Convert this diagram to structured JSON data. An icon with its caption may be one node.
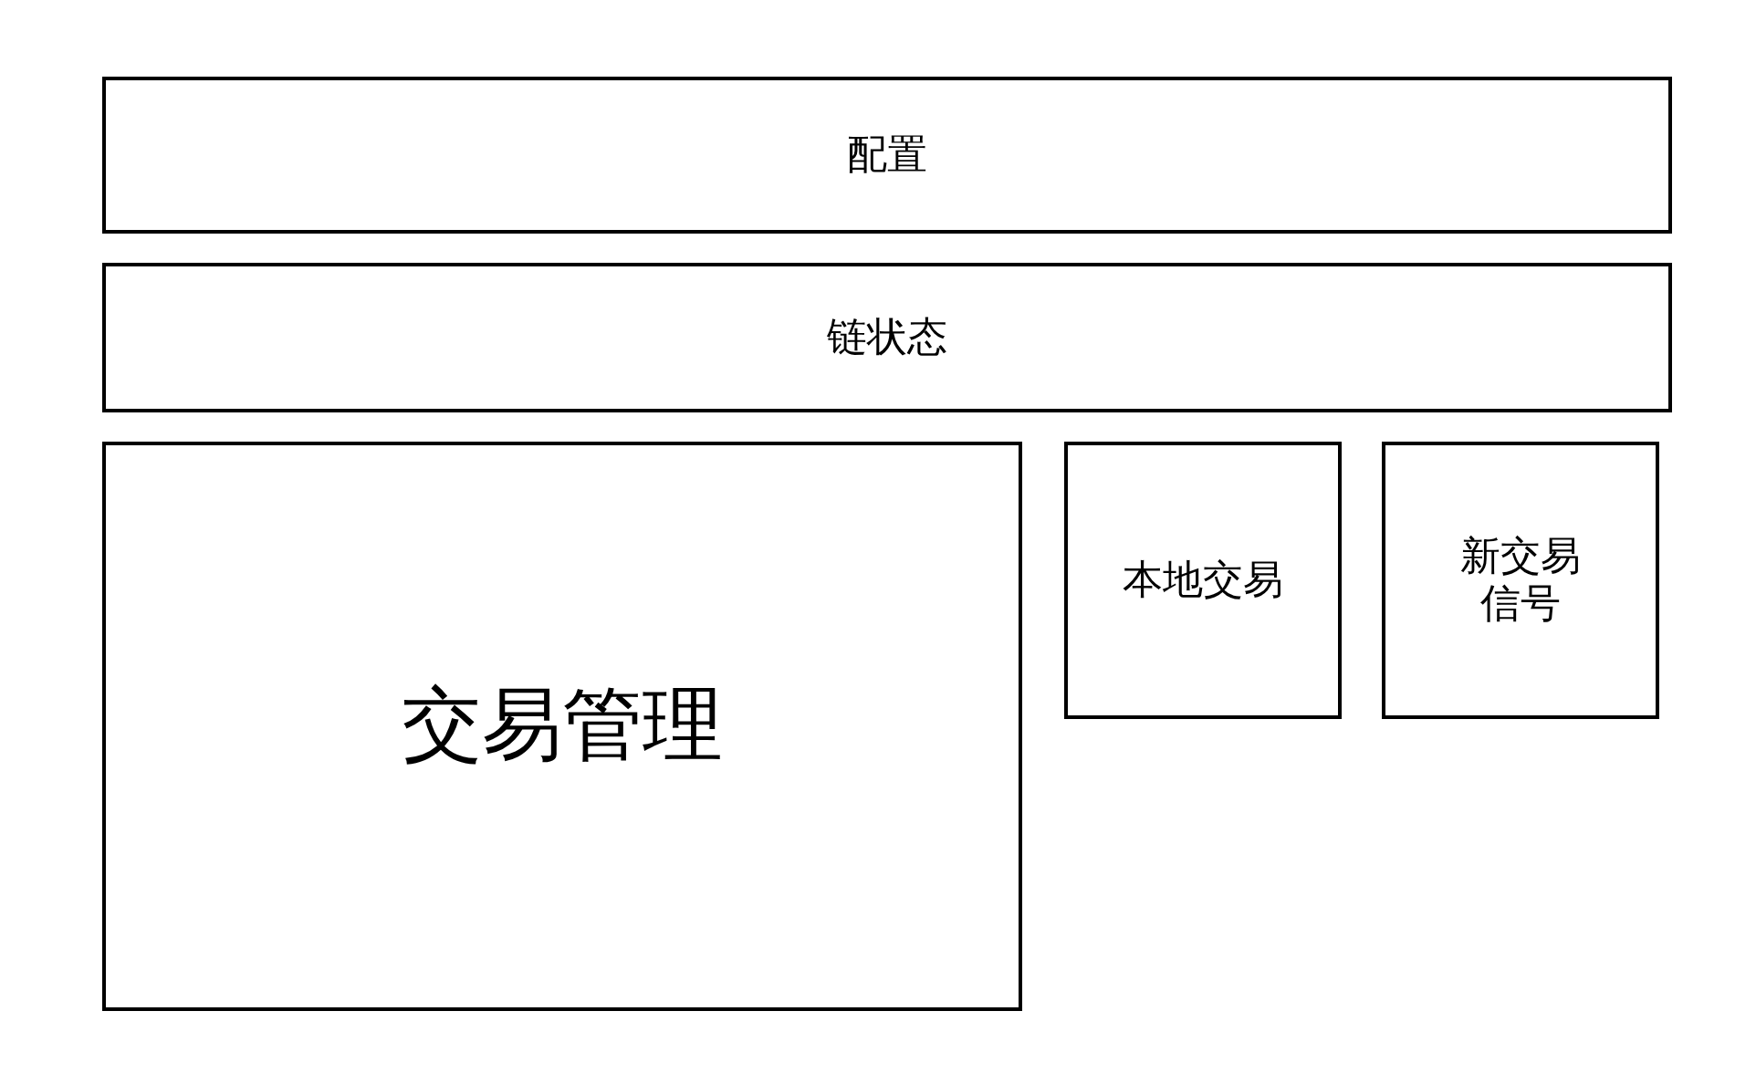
{
  "diagram": {
    "nodes": [
      {
        "text": [
          "配置"
        ]
      },
      {
        "text": [
          "链状态"
        ]
      },
      {
        "text": [
          "交易管理"
        ]
      },
      {
        "text": [
          "本地交易"
        ]
      },
      {
        "text": [
          "新交易信号"
        ]
      }
    ]
  }
}
